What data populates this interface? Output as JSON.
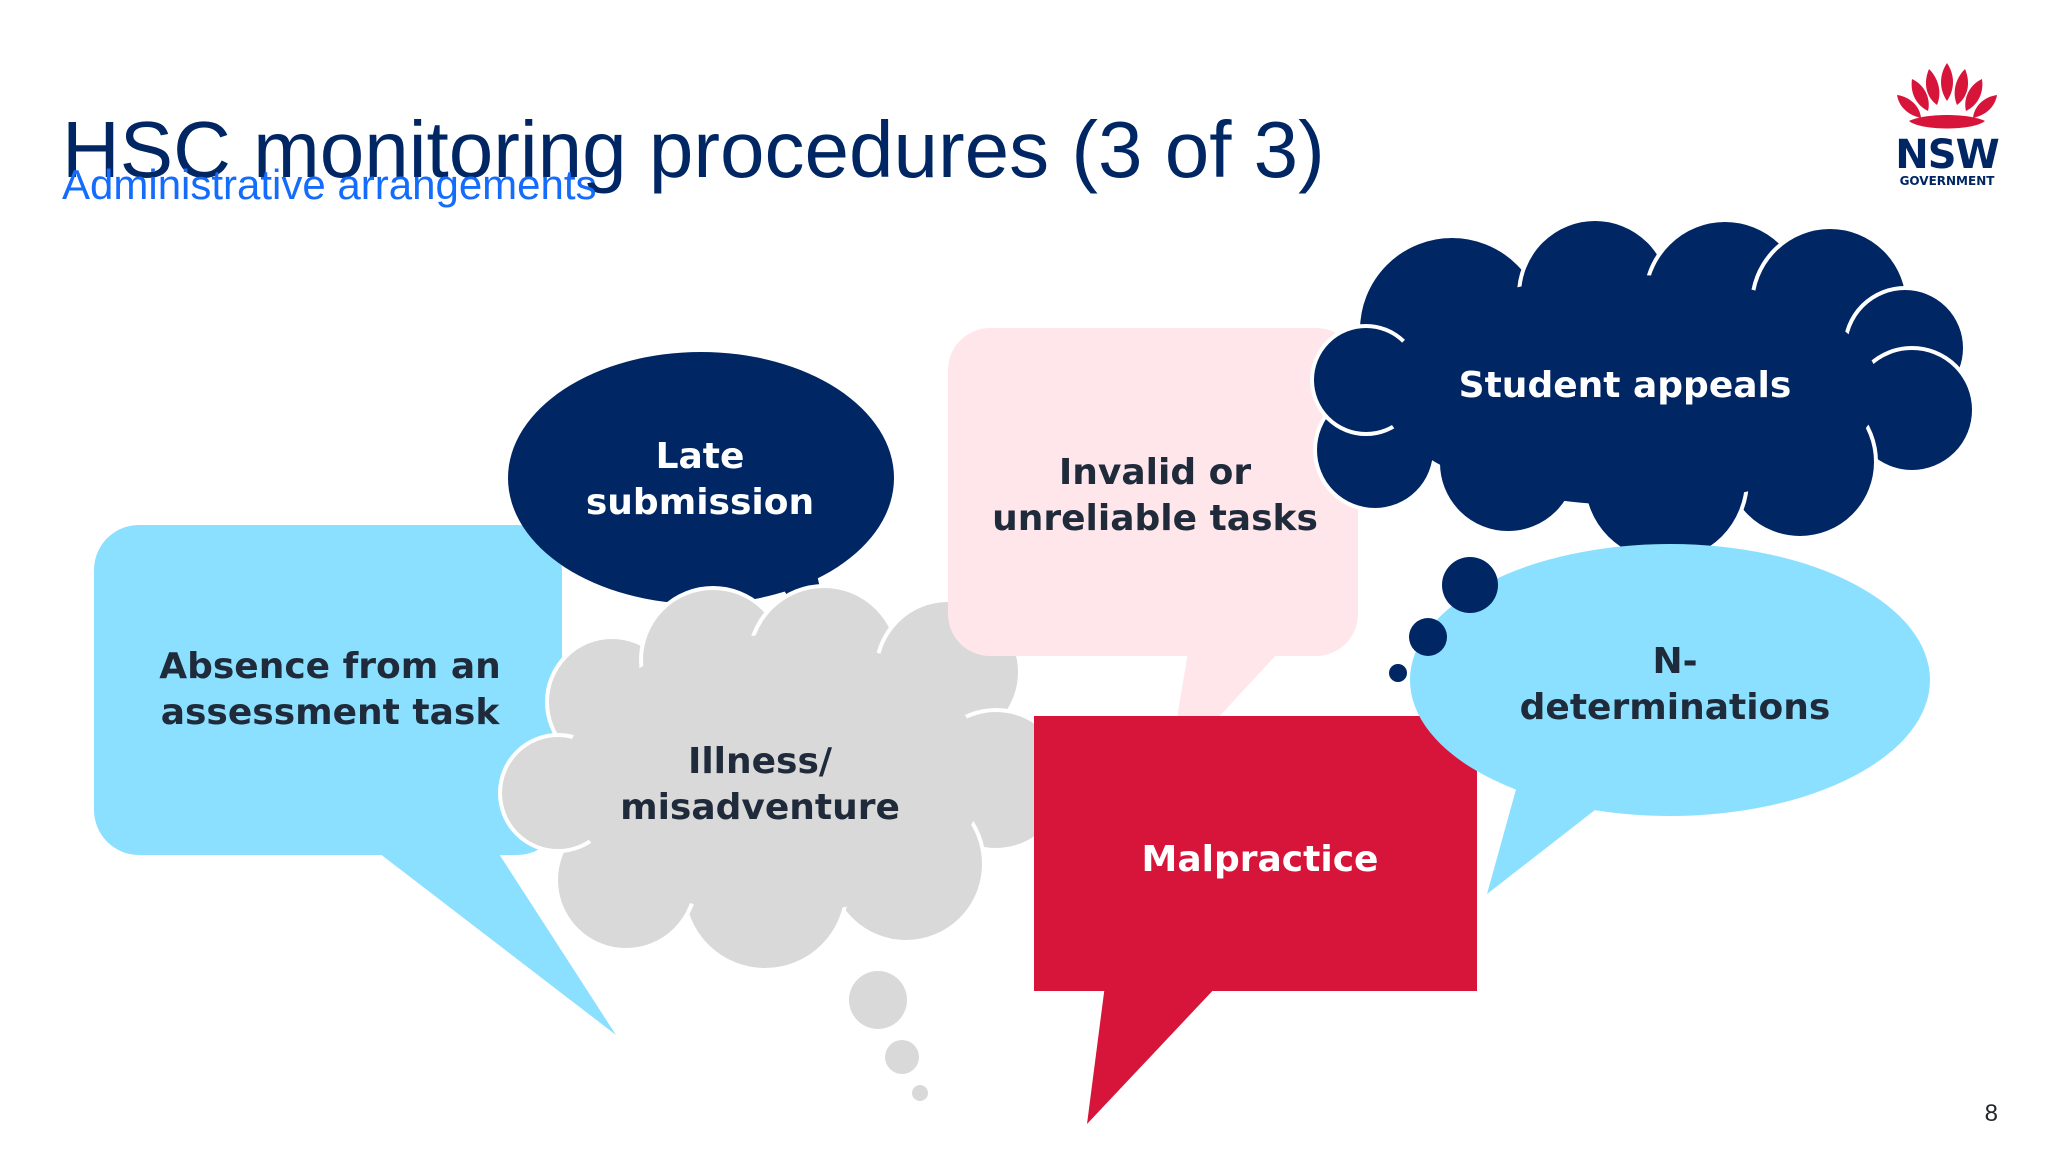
{
  "slide": {
    "title": "HSC monitoring procedures (3 of 3)",
    "subtitle": "Administrative arrangements",
    "page_number": "8"
  },
  "logo": {
    "icon": "waratah-icon",
    "wordmark": "NSW",
    "submark": "GOVERNMENT"
  },
  "colors": {
    "navy": "#002664",
    "blue_text": "#146CFD",
    "light_blue": "#8CE0FF",
    "grey": "#D9D9D9",
    "pink": "#FFE6EA",
    "red": "#D7153A"
  },
  "bubbles": {
    "absence": {
      "label": "Absence from an assessment task",
      "shape": "rounded-speech",
      "color": "#8CE0FF"
    },
    "late": {
      "label": "Late submission",
      "shape": "oval-speech",
      "color": "#002664"
    },
    "illness": {
      "label": "Illness/ misadventure",
      "shape": "thought-cloud",
      "color": "#D9D9D9"
    },
    "invalid": {
      "label": "Invalid or unreliable tasks",
      "shape": "rounded-speech",
      "color": "#FFE6EA"
    },
    "malpractice": {
      "label": "Malpractice",
      "shape": "rect-speech",
      "color": "#D7153A"
    },
    "appeals": {
      "label": "Student appeals",
      "shape": "thought-cloud",
      "color": "#002664"
    },
    "ndet": {
      "label": "N-determinations",
      "shape": "oval-speech",
      "color": "#8CE0FF"
    }
  }
}
